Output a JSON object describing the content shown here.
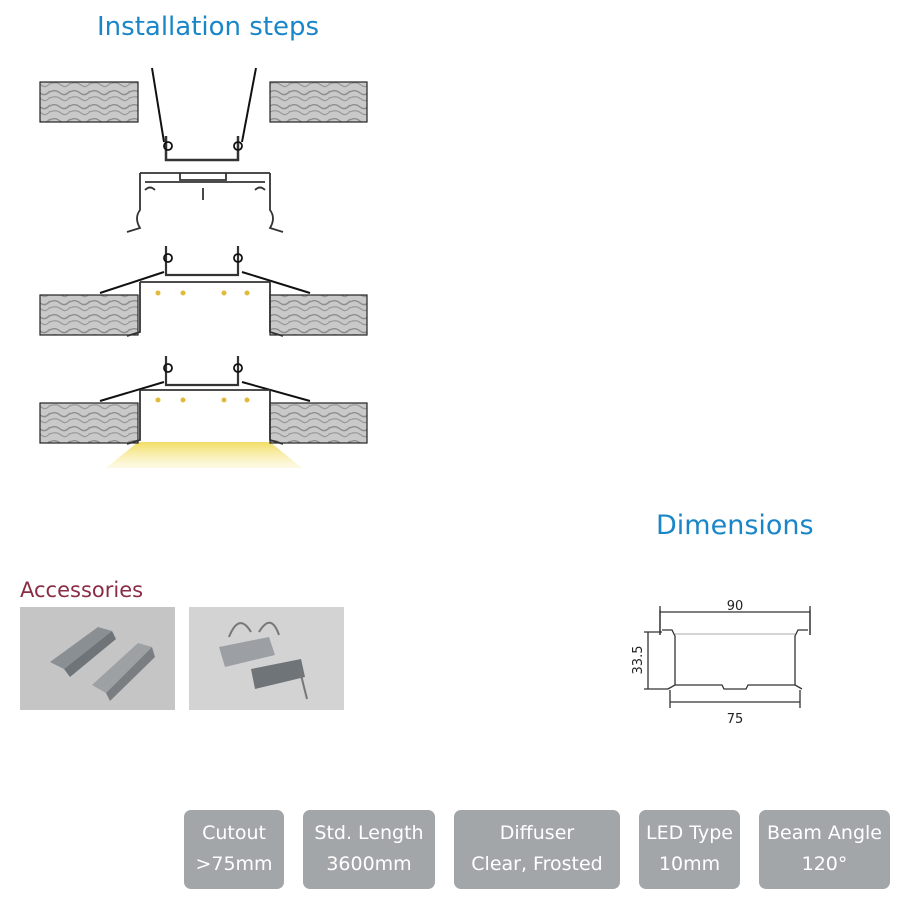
{
  "installation": {
    "title": "Installation steps"
  },
  "dimensions": {
    "title": "Dimensions",
    "width_top": "90",
    "height": "33.5",
    "width_bottom": "75"
  },
  "accessories": {
    "title": "Accessories"
  },
  "specs": [
    {
      "label": "Cutout",
      "value": ">75mm"
    },
    {
      "label": "Std. Length",
      "value": "3600mm"
    },
    {
      "label": "Diffuser",
      "value": "Clear, Frosted"
    },
    {
      "label": "LED Type",
      "value": "10mm"
    },
    {
      "label": "Beam Angle",
      "value": "120°"
    }
  ],
  "colors": {
    "heading_blue": "#1a86c8",
    "accessories_red": "#8a2d44",
    "spec_box": "#a3a6a9",
    "light_glow": "#f3e07a"
  }
}
